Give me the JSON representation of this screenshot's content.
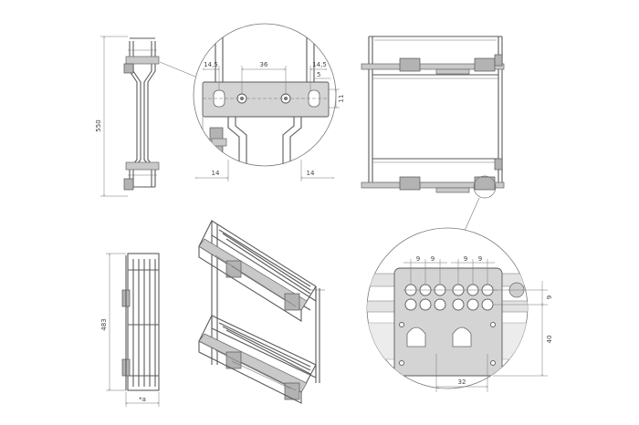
{
  "dims": {
    "height_front": "550",
    "slot_left": "14,5",
    "slot_center": "36",
    "slot_right": "14,5",
    "offset_5": "5",
    "height_11": "11",
    "bottom_left": "14",
    "bottom_right": "14",
    "height_side": "483",
    "width_a": "*a",
    "hole_1": "9",
    "hole_2": "9",
    "hole_3": "9",
    "hole_4": "9",
    "vert_9": "9",
    "vert_40": "40",
    "width_32": "32"
  }
}
